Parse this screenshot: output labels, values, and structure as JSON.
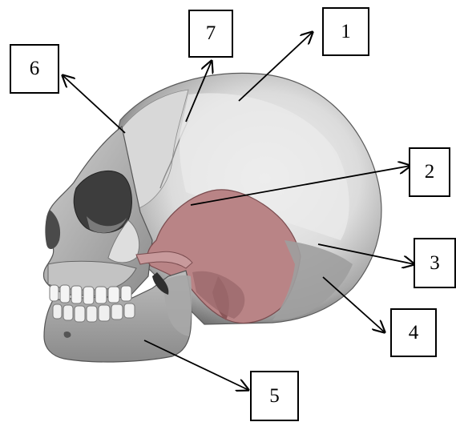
{
  "labels": {
    "l1": "1",
    "l2": "2",
    "l3": "3",
    "l4": "4",
    "l5": "5",
    "l6": "6",
    "l7": "7"
  },
  "colors": {
    "bone_light": "#e6e6e6",
    "bone_mid": "#b9b9b9",
    "bone_dark": "#6f6f6f",
    "temporal_bone": "#b98486",
    "temporal_dark": "#8a5659",
    "arrow": "#000000"
  },
  "icons": {
    "figure": "skull-lateral-view-illustration",
    "pointer": "arrow-icon"
  }
}
